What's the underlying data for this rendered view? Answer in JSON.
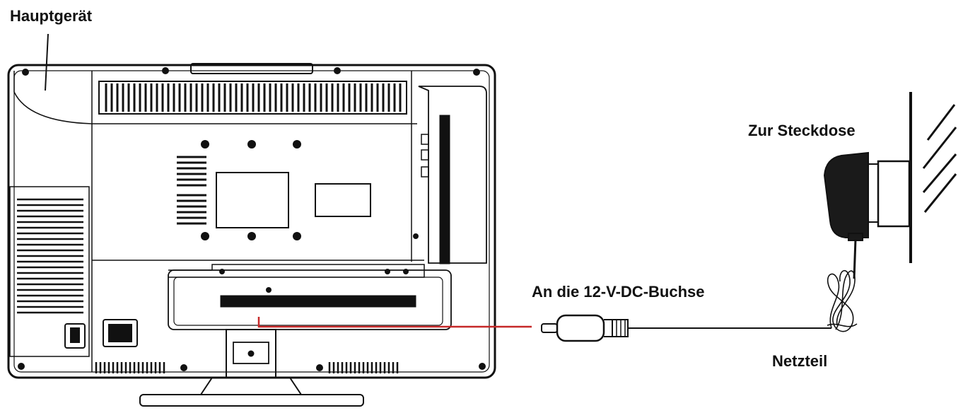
{
  "labels": {
    "main_unit": "Hauptgerät",
    "to_socket": "Zur Steckdose",
    "dc_jack": "An die 12-V-DC-Buchse",
    "adapter": "Netzteil"
  },
  "colors": {
    "line": "#111111",
    "connection": "#c62828",
    "fill": "#ffffff"
  }
}
